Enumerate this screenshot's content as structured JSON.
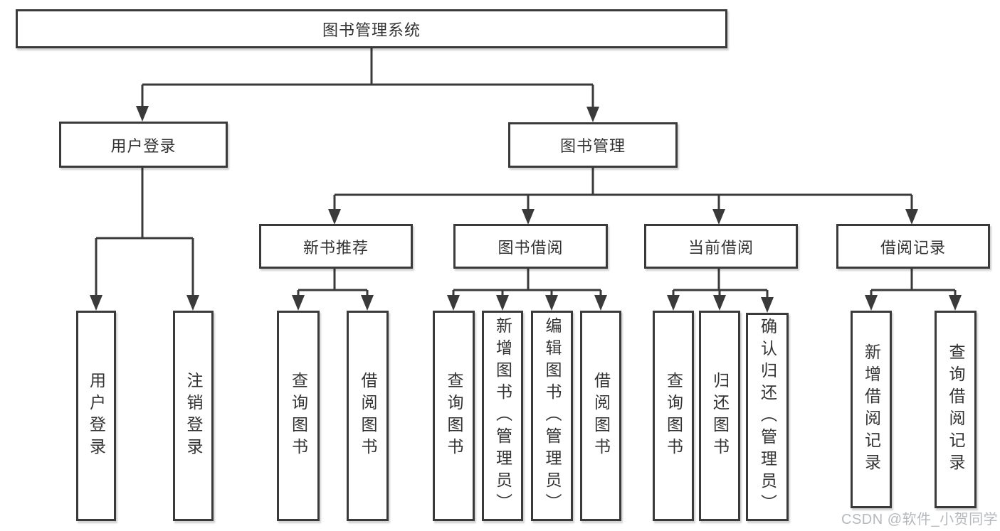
{
  "tree": {
    "label": "图书管理系统",
    "children": [
      {
        "label": "用户登录",
        "children": [
          {
            "label": "用户登录"
          },
          {
            "label": "注销登录"
          }
        ]
      },
      {
        "label": "图书管理",
        "children": [
          {
            "label": "新书推荐",
            "children": [
              {
                "label": "查询图书"
              },
              {
                "label": "借阅图书"
              }
            ]
          },
          {
            "label": "图书借阅",
            "children": [
              {
                "label": "查询图书"
              },
              {
                "label": "新增图书（管理员）"
              },
              {
                "label": "编辑图书（管理员）"
              },
              {
                "label": "借阅图书"
              }
            ]
          },
          {
            "label": "当前借阅",
            "children": [
              {
                "label": "查询图书"
              },
              {
                "label": "归还图书"
              },
              {
                "label": "确认归还（管理员）"
              }
            ]
          },
          {
            "label": "借阅记录",
            "children": [
              {
                "label": "新增借阅记录"
              },
              {
                "label": "查询借阅记录"
              }
            ]
          }
        ]
      }
    ]
  },
  "watermark": "CSDN @软件_小贺同学",
  "colors": {
    "line": "#3a3a3a",
    "text": "#333333",
    "watermark": "#b5b9bd",
    "background": "#ffffff"
  }
}
